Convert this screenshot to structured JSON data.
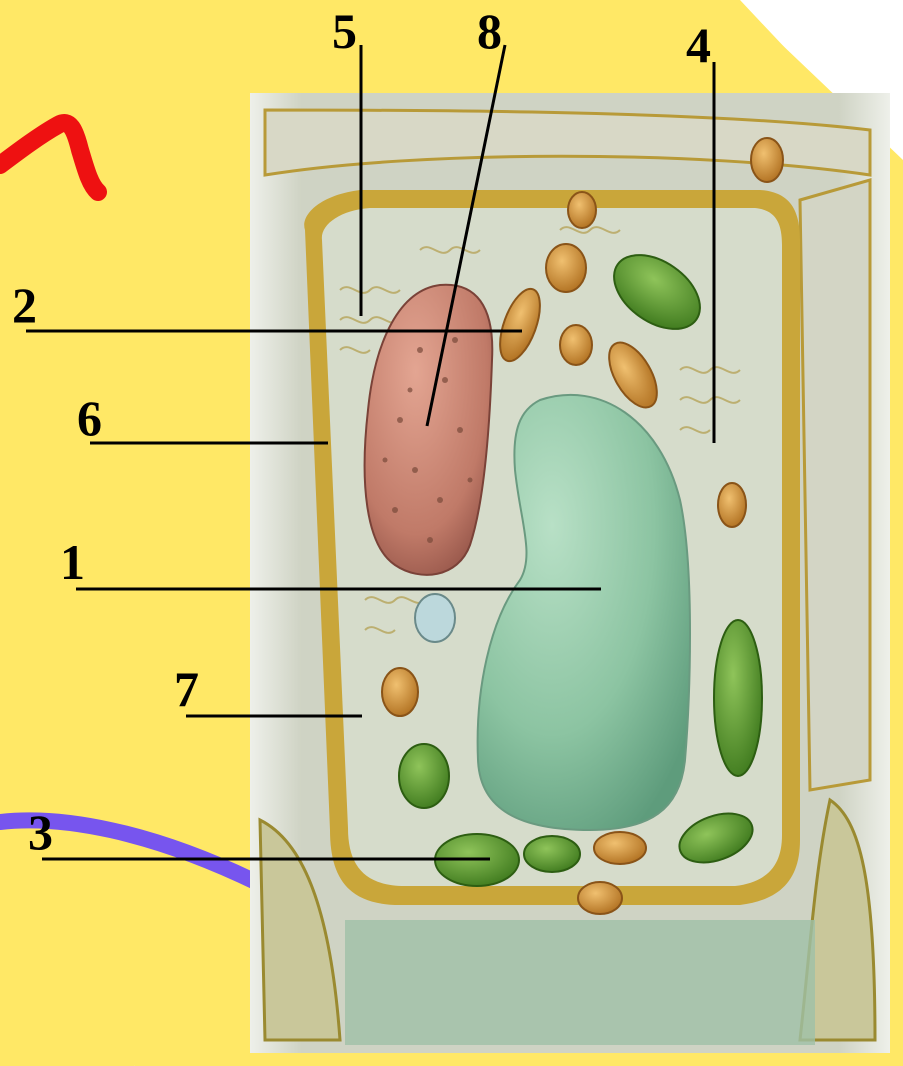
{
  "diagram": {
    "labels": [
      {
        "id": "label-1",
        "text": "1"
      },
      {
        "id": "label-2",
        "text": "2"
      },
      {
        "id": "label-3",
        "text": "3"
      },
      {
        "id": "label-4",
        "text": "4"
      },
      {
        "id": "label-5",
        "text": "5"
      },
      {
        "id": "label-6",
        "text": "6"
      },
      {
        "id": "label-7",
        "text": "7"
      },
      {
        "id": "label-8",
        "text": "8"
      }
    ]
  },
  "colors": {
    "background_shape": "#ffe866",
    "red_stroke": "#ee1111",
    "blue_stroke": "#7755ee",
    "leader_line": "#000000",
    "cell_wall": "#c9a63a",
    "cytoplasm": "#d6dccb",
    "vacuole": "#8cc4a2",
    "nucleus": "#c07a68",
    "chloroplast": "#4f8f2a",
    "mitochondrion": "#c4882e"
  }
}
